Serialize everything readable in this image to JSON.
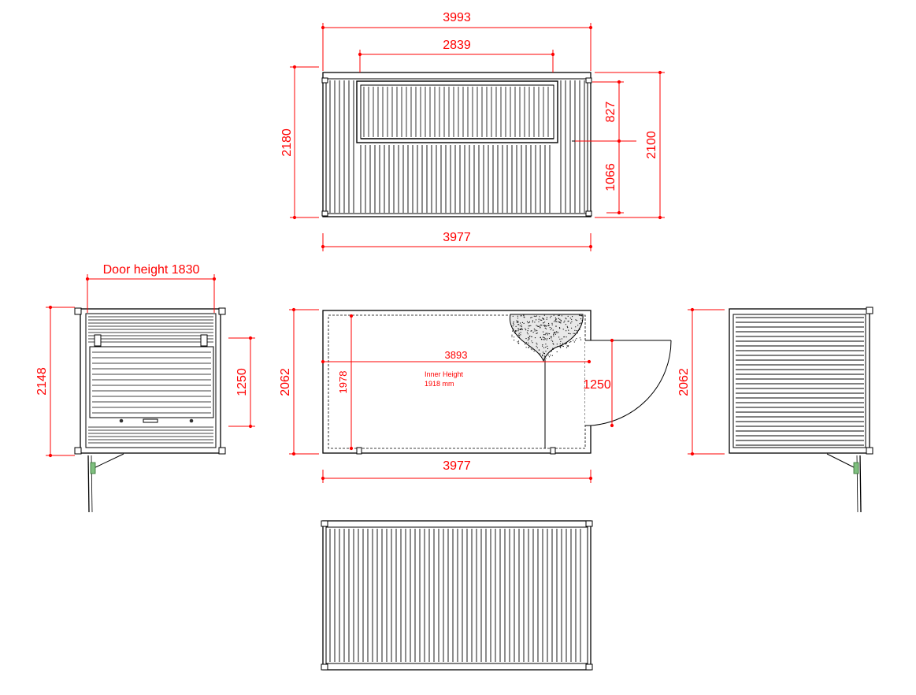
{
  "views": {
    "top": {
      "width_overall": "3993",
      "window_width": "2839",
      "height_left": "2180",
      "height_right": "2100",
      "window_height": "827",
      "sill_height": "1066",
      "width_bottom": "3977"
    },
    "left": {
      "door_height": "Door height 1830",
      "height": "2148",
      "door_width": "1250"
    },
    "plan": {
      "depth_left": "2062",
      "inner_depth": "1978",
      "inner_length": "3893",
      "door_opening": "1250",
      "inner_height_label": "Inner Height",
      "inner_height_value": "1918 mm",
      "length": "3977"
    },
    "right": {
      "height": "2062"
    }
  },
  "colors": {
    "dimension": "#ff0000",
    "line": "#000000",
    "hinge": "#7fbf7f",
    "background": "#ffffff"
  }
}
